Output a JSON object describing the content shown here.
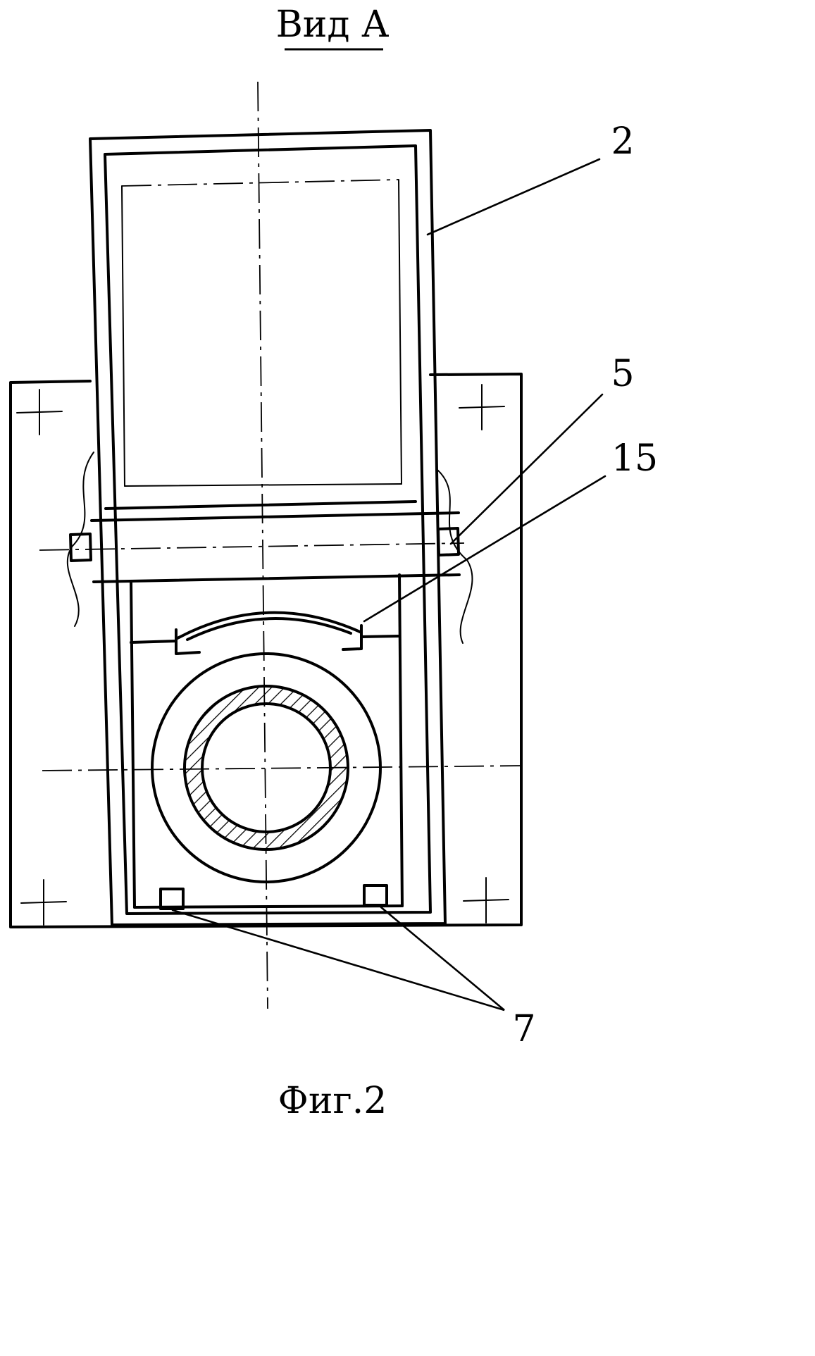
{
  "figure": {
    "view_title": "Вид А",
    "caption": "Фиг.2",
    "labels": {
      "part_2": "2",
      "part_5": "5",
      "part_15": "15",
      "part_7": "7"
    },
    "colors": {
      "line": "#000000",
      "background": "#ffffff"
    }
  }
}
